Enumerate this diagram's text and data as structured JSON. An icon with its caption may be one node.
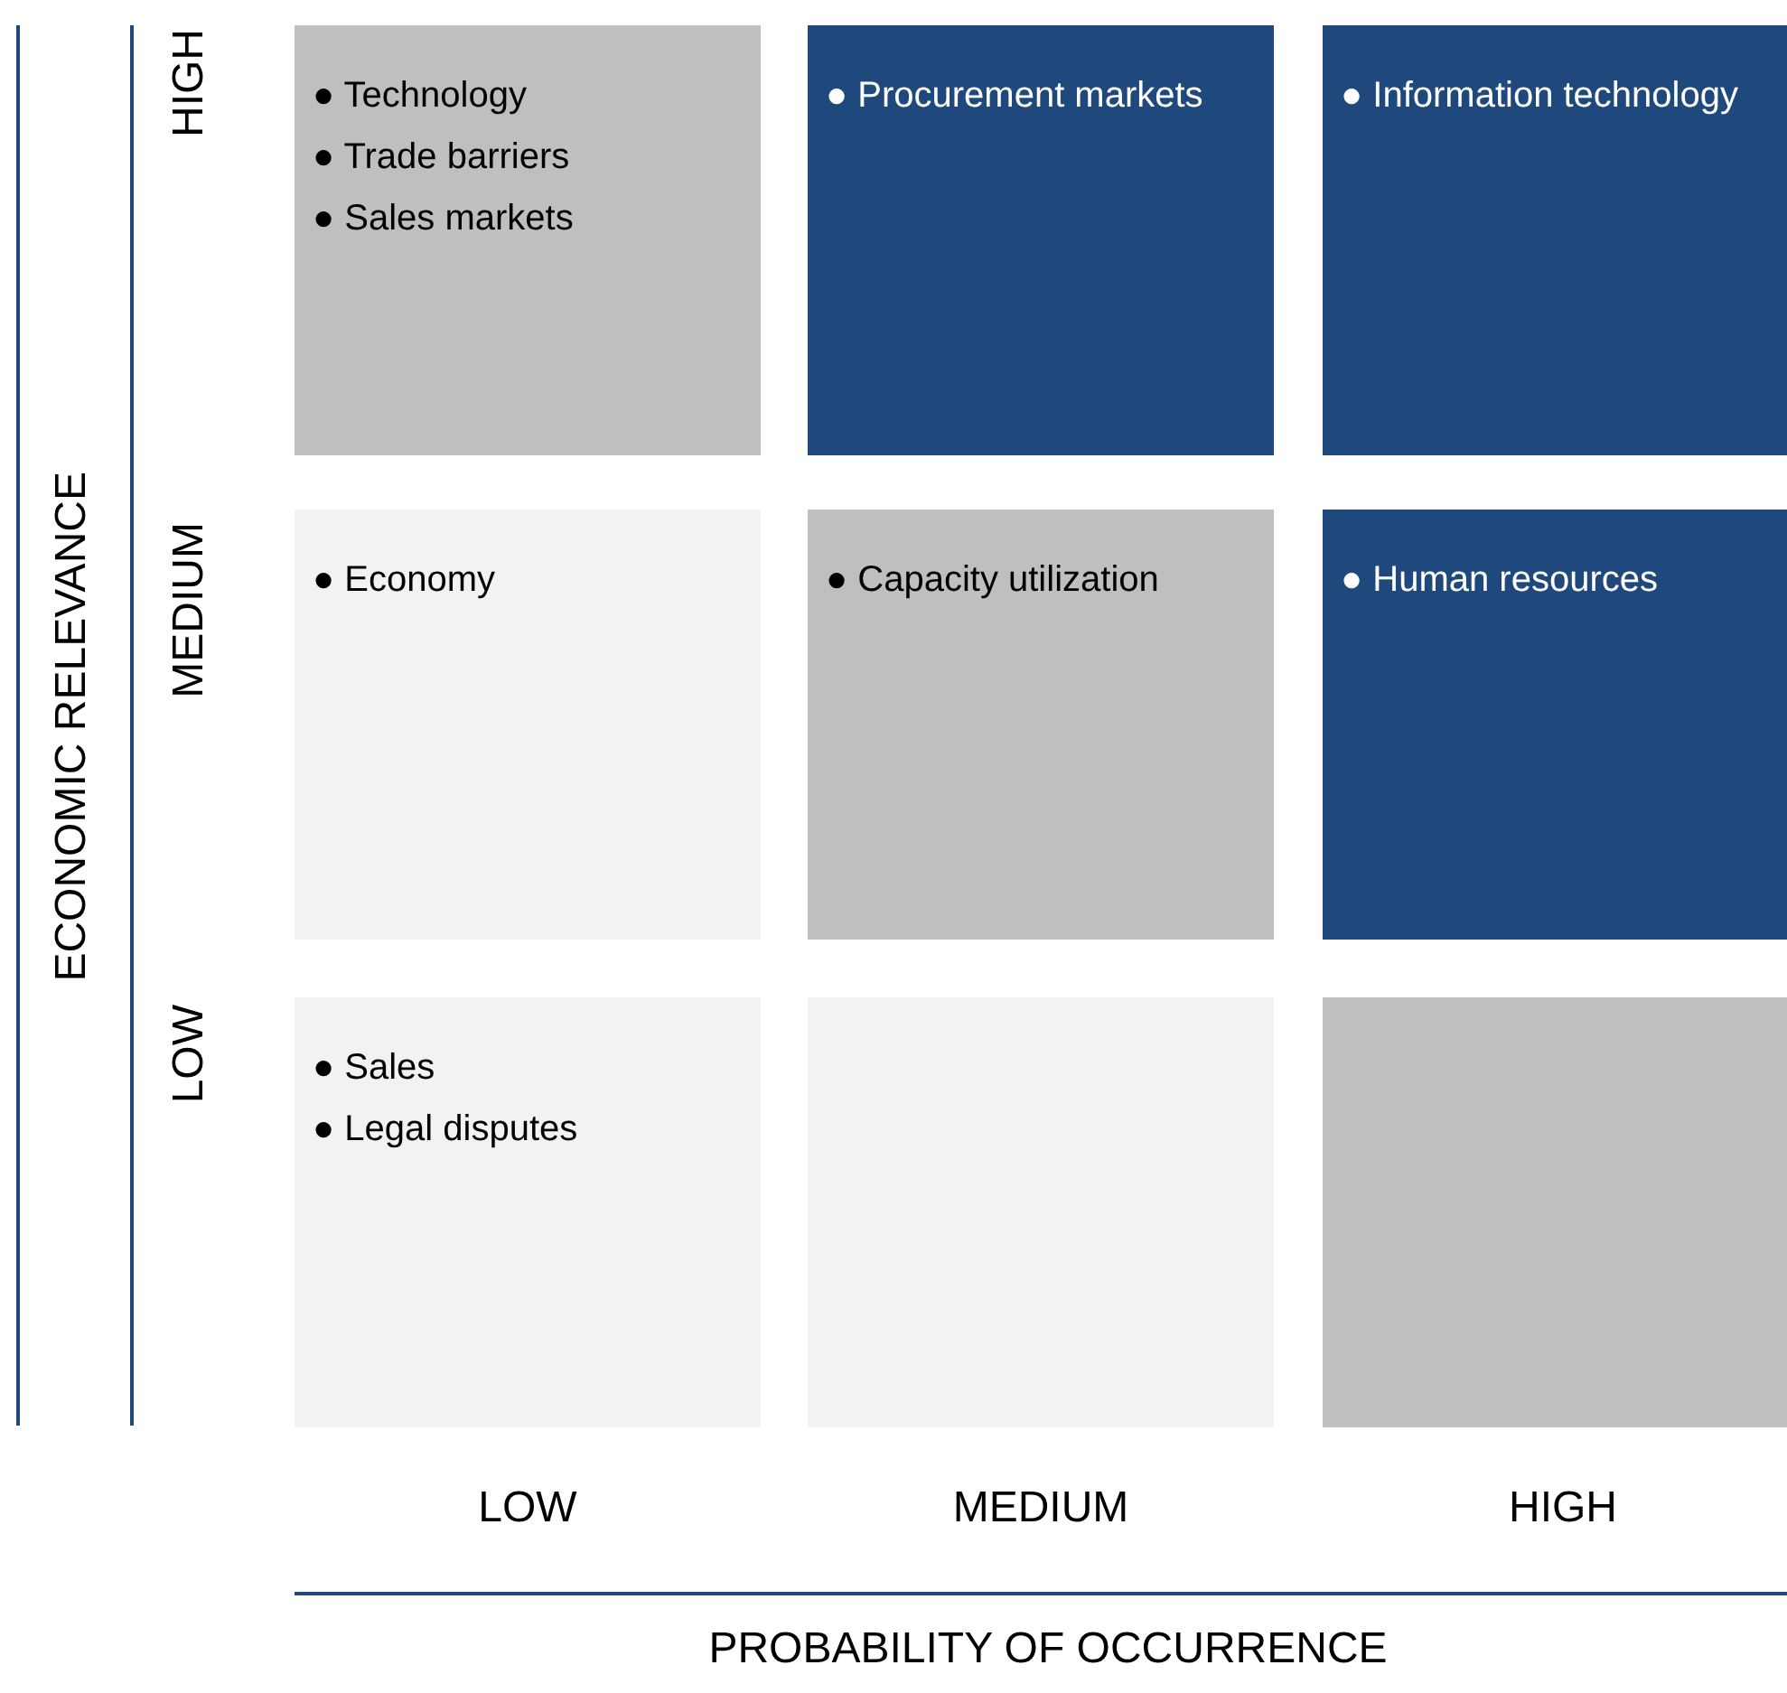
{
  "diagram": {
    "nodes": [
      {
        "text": [
          "● Technology",
          "● Trade barriers",
          "● Sales markets"
        ]
      },
      {
        "text": [
          "● Procurement markets"
        ]
      },
      {
        "text": [
          "● Information technology"
        ]
      },
      {
        "text": [
          "● Economy"
        ]
      },
      {
        "text": [
          "● Capacity utilization"
        ]
      },
      {
        "text": [
          "● Human resources"
        ]
      },
      {
        "text": [
          "● Sales",
          "● Legal disputes"
        ]
      },
      {
        "text": [],
        "shape": "box"
      },
      {
        "text": [],
        "shape": "box"
      }
    ],
    "edges": [],
    "labels": [
      "ECONOMIC RELEVANCE",
      "HIGH",
      "MEDIUM",
      "LOW",
      "LOW",
      "MEDIUM",
      "HIGH",
      "PROBABILITY OF OCCURRENCE"
    ]
  }
}
